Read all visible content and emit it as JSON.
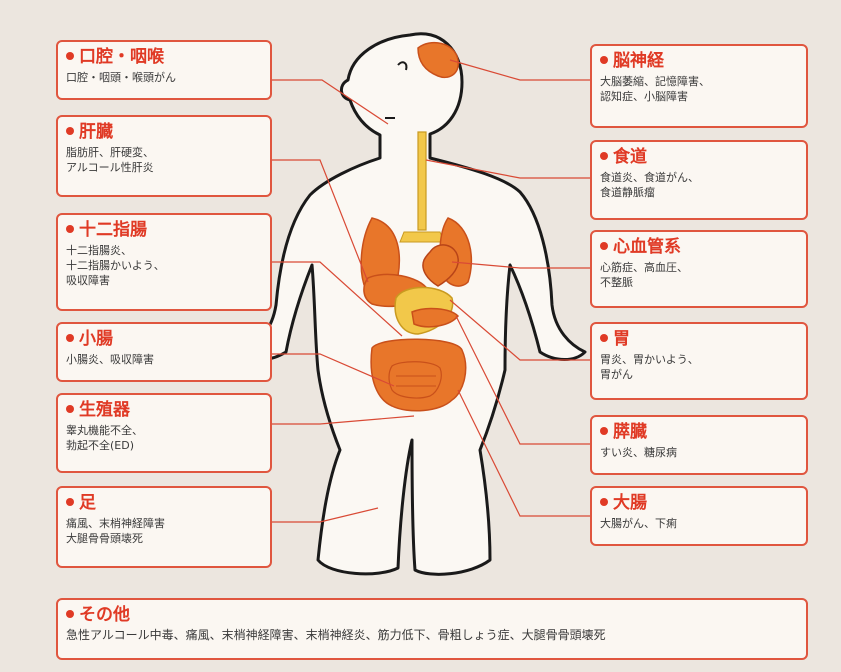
{
  "colors": {
    "accent": "#e03a25",
    "box_border": "#e0563f",
    "organ_fill": "#e8762a",
    "esophagus_fill": "#f2c84a",
    "body_outline": "#1a1a1a",
    "connector": "#d94a35"
  },
  "organs": [
    {
      "id": "mouth",
      "title": "口腔・咽喉",
      "desc": "口腔・咽頭・喉頭がん"
    },
    {
      "id": "liver",
      "title": "肝臓",
      "desc": "脂肪肝、肝硬変、\nアルコール性肝炎"
    },
    {
      "id": "duodenum",
      "title": "十二指腸",
      "desc": "十二指腸炎、\n十二指腸かいよう、\n吸収障害"
    },
    {
      "id": "small-intestine",
      "title": "小腸",
      "desc": "小腸炎、吸収障害"
    },
    {
      "id": "reproductive",
      "title": "生殖器",
      "desc": "睾丸機能不全、\n勃起不全(ED)"
    },
    {
      "id": "legs",
      "title": "足",
      "desc": "痛風、末梢神経障害\n大腿骨骨頭壊死"
    },
    {
      "id": "brain",
      "title": "脳神経",
      "desc": "大脳萎縮、記憶障害、\n認知症、小脳障害"
    },
    {
      "id": "esophagus",
      "title": "食道",
      "desc": "食道炎、食道がん、\n食道静脈瘤"
    },
    {
      "id": "cardiovascular",
      "title": "心血管系",
      "desc": "心筋症、高血圧、\n不整脈"
    },
    {
      "id": "stomach",
      "title": "胃",
      "desc": "胃炎、胃かいよう、\n胃がん"
    },
    {
      "id": "pancreas",
      "title": "膵臓",
      "desc": "すい炎、糖尿病"
    },
    {
      "id": "large-intestine",
      "title": "大腸",
      "desc": "大腸がん、下痢"
    }
  ],
  "other": {
    "title": "その他",
    "desc": "急性アルコール中毒、痛風、末梢神経障害、末梢神経炎、筋力低下、骨粗しょう症、大腿骨骨頭壊死"
  }
}
